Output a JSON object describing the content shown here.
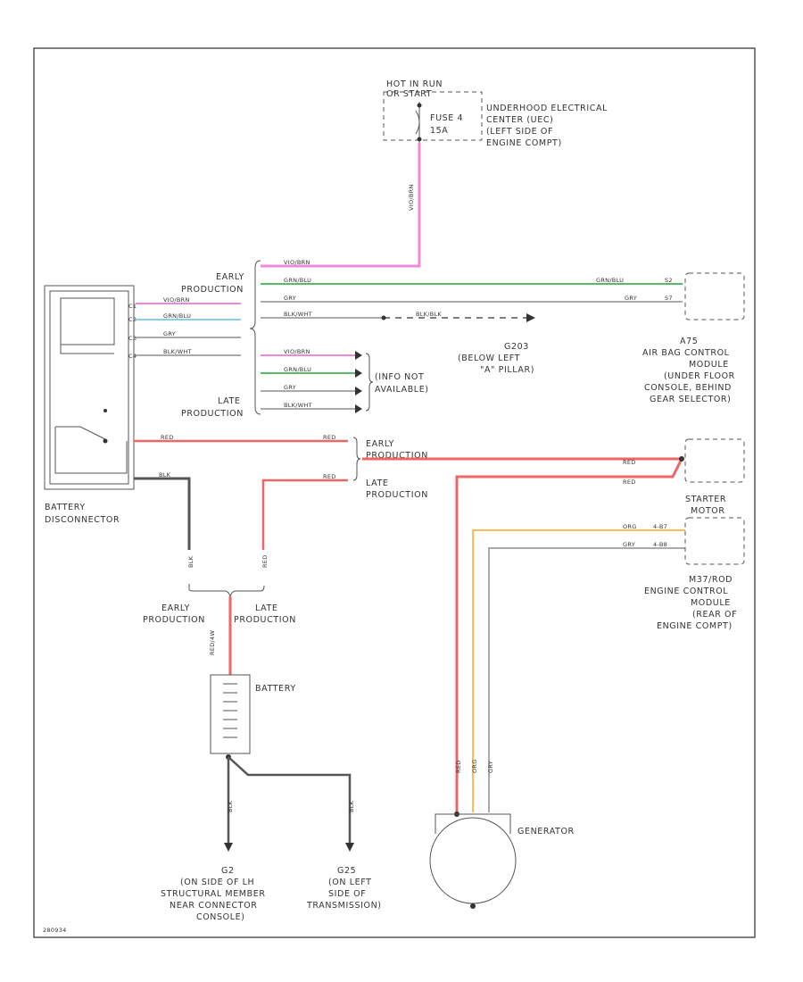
{
  "colors": {
    "pink": "#ee88dd",
    "green": "#55bb66",
    "blue": "#88ccee",
    "gray": "#aaaaaa",
    "black": "#555555",
    "red": "#ee6666",
    "orange": "#ffbb55",
    "frame": "#555555"
  },
  "components": {
    "hot_in_run": [
      "HOT IN RUN",
      "OR START"
    ],
    "fuse": [
      "FUSE 4",
      "15A"
    ],
    "underhood": [
      "UNDERHOOD ELECTRICAL",
      "CENTER (UEC)",
      "(LEFT SIDE OF",
      "ENGINE COMPT)"
    ],
    "early_top": [
      "EARLY",
      "PRODUCTION"
    ],
    "late_top": [
      "LATE",
      "PRODUCTION"
    ],
    "info_na": [
      "(INFO NOT",
      "AVAILABLE)"
    ],
    "g203": [
      "G203",
      "(BELOW LEFT",
      "\"A\" PILLAR)"
    ],
    "airbag": [
      "A75",
      "AIR BAG CONTROL",
      "MODULE",
      "(UNDER FLOOR",
      "CONSOLE, BEHIND",
      "GEAR SELECTOR)"
    ],
    "battery_disconnector": [
      "BATTERY",
      "DISCONNECTOR"
    ],
    "early_mid": [
      "EARLY",
      "PRODUCTION"
    ],
    "late_mid": [
      "LATE",
      "PRODUCTION"
    ],
    "starter": [
      "STARTER",
      "MOTOR"
    ],
    "ecm": [
      "M37/ROD",
      "ENGINE CONTROL",
      "MODULE",
      "(REAR OF",
      "ENGINE COMPT)"
    ],
    "early_low": [
      "EARLY",
      "PRODUCTION"
    ],
    "late_low": [
      "LATE",
      "PRODUCTION"
    ],
    "battery": "BATTERY",
    "generator": "GENERATOR",
    "g2": [
      "G2",
      "(ON SIDE OF LH",
      "STRUCTURAL MEMBER",
      "NEAR CONNECTOR",
      "CONSOLE)"
    ],
    "g25": [
      "G25",
      "(ON LEFT",
      "SIDE OF",
      "TRANSMISSION)"
    ],
    "diagram_id": "280934"
  },
  "wires": {
    "vio_brn": "VIO/BRN",
    "grn_blu": "GRN/BLU",
    "gry": "GRY",
    "blk_wht": "BLK/WHT",
    "blk_wht_g203": "BLK/BLK",
    "red": "RED",
    "blk": "BLK",
    "org": "ORG",
    "pin_c1": "C1",
    "pin_c2": "C2",
    "pin_c3": "C3",
    "pin_c4": "C4",
    "pin_s2": "S2",
    "pin_s7": "S7",
    "pin_4_b7": "4-B7",
    "pin_4_b8": "4-B8",
    "red_4w": "RED/4W"
  }
}
